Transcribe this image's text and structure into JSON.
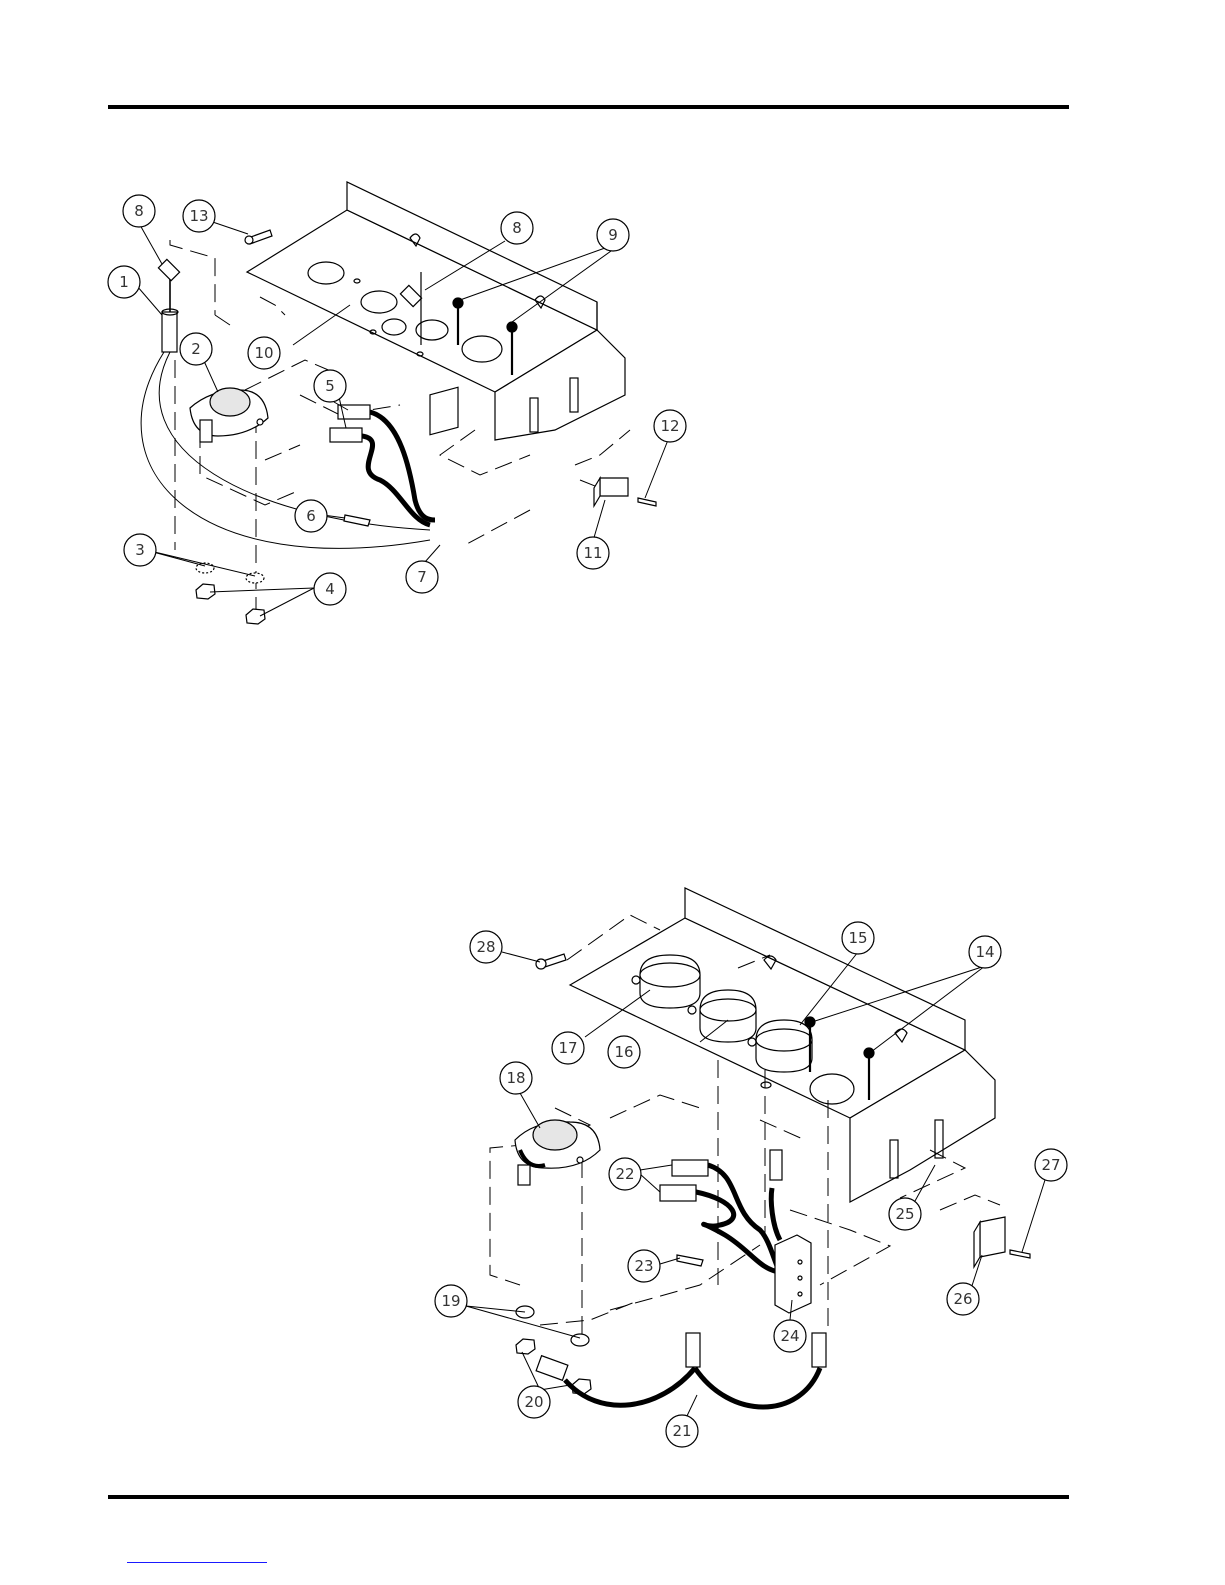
{
  "diagram_top": {
    "callouts": [
      {
        "id": "c-top-1",
        "label": "1"
      },
      {
        "id": "c-top-2",
        "label": "2"
      },
      {
        "id": "c-top-3",
        "label": "3"
      },
      {
        "id": "c-top-4",
        "label": "4"
      },
      {
        "id": "c-top-5",
        "label": "5"
      },
      {
        "id": "c-top-6",
        "label": "6"
      },
      {
        "id": "c-top-7",
        "label": "7"
      },
      {
        "id": "c-top-8a",
        "label": "8"
      },
      {
        "id": "c-top-8b",
        "label": "8"
      },
      {
        "id": "c-top-9",
        "label": "9"
      },
      {
        "id": "c-top-10",
        "label": "10"
      },
      {
        "id": "c-top-11",
        "label": "11"
      },
      {
        "id": "c-top-12",
        "label": "12"
      },
      {
        "id": "c-top-13",
        "label": "13"
      }
    ]
  },
  "diagram_bottom": {
    "callouts": [
      {
        "id": "c-bot-14",
        "label": "14"
      },
      {
        "id": "c-bot-15",
        "label": "15"
      },
      {
        "id": "c-bot-16",
        "label": "16"
      },
      {
        "id": "c-bot-17",
        "label": "17"
      },
      {
        "id": "c-bot-18",
        "label": "18"
      },
      {
        "id": "c-bot-19",
        "label": "19"
      },
      {
        "id": "c-bot-20",
        "label": "20"
      },
      {
        "id": "c-bot-21",
        "label": "21"
      },
      {
        "id": "c-bot-22",
        "label": "22"
      },
      {
        "id": "c-bot-23",
        "label": "23"
      },
      {
        "id": "c-bot-24",
        "label": "24"
      },
      {
        "id": "c-bot-25",
        "label": "25"
      },
      {
        "id": "c-bot-26",
        "label": "26"
      },
      {
        "id": "c-bot-27",
        "label": "27"
      },
      {
        "id": "c-bot-28",
        "label": "28"
      }
    ]
  }
}
